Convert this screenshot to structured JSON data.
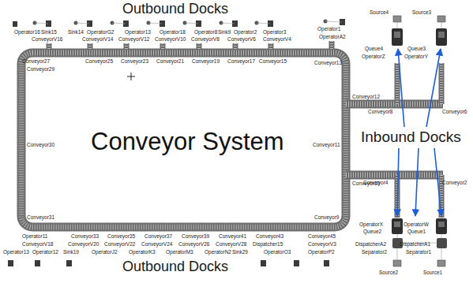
{
  "diagram": {
    "nodes": [
      {
        "text": [
          "Conveyor System"
        ]
      }
    ],
    "labels": [
      "Outbound Docks",
      "Operator16",
      "Sink15",
      "Sink14",
      "OperatorG2",
      "Operator13",
      "Operator18",
      "Operator8",
      "Sink9",
      "Operator2",
      "Operator3",
      "Operator1",
      "OperatorA2",
      "ConveyorV16",
      "ConveyorV14",
      "ConveyorV12",
      "ConveyorV10",
      "ConveyorV8",
      "ConveyorV6",
      "ConveyorV4",
      "Conveyor27",
      "Conveyor25",
      "Conveyor23",
      "Conveyor21",
      "Conveyor19",
      "Conveyor17",
      "Conveyor15",
      "Conveyor13",
      "Conveyor29",
      "Conveyor12",
      "Conveyor11",
      "Conveyor10",
      "Conveyor9",
      "Conveyor8",
      "Conveyor6",
      "Conveyor4",
      "Conveyor2",
      "Conveyor30",
      "Conveyor31",
      "Source4",
      "Source3",
      "Queue4",
      "OperatorZ",
      "Queue3",
      "OperatorY",
      "Inbound Docks",
      "OperatorX",
      "Queue2",
      "OperatorW",
      "Queue1",
      "DispatcherA2",
      "DispatcherA1",
      "Separator2",
      "Separator1",
      "Source2",
      "Source1",
      "Operator11",
      "Conveyor33",
      "Conveyor35",
      "Conveyor37",
      "Conveyor39",
      "Conveyor41",
      "Conveyor43",
      "Conveyor45",
      "ConveyorV18",
      "ConveyorV20",
      "ConveyorV22",
      "ConveyorV24",
      "ConveyorV26",
      "ConveyorV28",
      "Dispatcher15",
      "ConveyorV3",
      "Operator13",
      "Operator12",
      "Sink19",
      "OperatorJ2",
      "OperatorK3",
      "OperatorM3",
      "OperatorN2",
      "Sink29",
      "OperatorO3",
      "OperatorP2",
      "Outbound Docks"
    ]
  }
}
